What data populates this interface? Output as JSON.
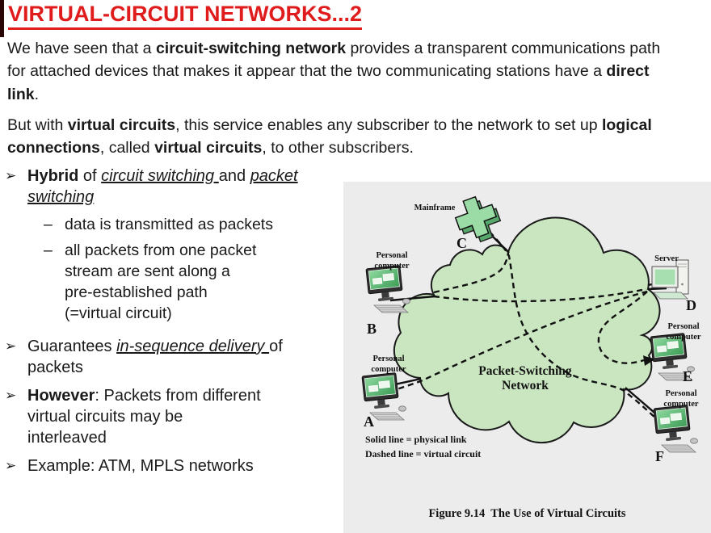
{
  "title": {
    "text": "VIRTUAL-CIRCUIT NETWORKS...2",
    "color": "#e01b1b"
  },
  "intro": {
    "p1": {
      "parts": [
        {
          "text": "We have seen that a "
        },
        {
          "text": "circuit-switching network"
        },
        {
          "text": " provides a transparent communications path"
        },
        {
          "text": "for attached devices that makes it appear that the two communicating stations have a "
        },
        {
          "text": "direct"
        },
        {
          "text": "link"
        },
        {
          "text": "."
        }
      ]
    },
    "p2": {
      "parts": [
        {
          "text": "But with "
        },
        {
          "text": "virtual circuits"
        },
        {
          "text": ", this service enables any subscriber to the network to set up "
        },
        {
          "text": "logical"
        },
        {
          "text": "connections"
        },
        {
          "text": ", called "
        },
        {
          "text": "virtual circuits"
        },
        {
          "text": ", to other subscribers."
        }
      ]
    }
  },
  "bullets": {
    "marker": "➢",
    "dash": "–",
    "hybrid": {
      "parts": [
        {
          "text": "Hybrid"
        },
        {
          "text": " of "
        },
        {
          "text": "circuit switching "
        },
        {
          "text": "and "
        },
        {
          "text": "packet"
        },
        {
          "text": "switching"
        }
      ]
    },
    "sub1": {
      "text": "data is transmitted as packets"
    },
    "sub2": {
      "lines": [
        {
          "text": "all packets from one packet"
        },
        {
          "text": "stream are sent along a"
        },
        {
          "text": "pre-established path"
        },
        {
          "text": "(=virtual circuit)"
        }
      ]
    },
    "guarantees": {
      "parts": [
        {
          "text": "Guarantees "
        },
        {
          "text": "in-sequence delivery "
        },
        {
          "text": "of"
        },
        {
          "text": "packets"
        }
      ]
    },
    "however": {
      "parts": [
        {
          "text": "However"
        },
        {
          "text": ": Packets from different"
        },
        {
          "text": "virtual circuits may be"
        },
        {
          "text": "interleaved"
        }
      ]
    },
    "example": {
      "text": "Example: ATM, MPLS networks"
    }
  },
  "diagram": {
    "labels": {
      "mainframe": "Mainframe",
      "server": "Server",
      "pc": "Personal computer",
      "node_a": "A",
      "node_b": "B",
      "node_c": "C",
      "node_d": "D",
      "node_e": "E",
      "node_f": "F",
      "cloud_line1": "Packet-Switching",
      "cloud_line2": "Network",
      "legend_solid": "Solid line = physical link",
      "legend_dashed": "Dashed line = virtual circuit",
      "caption": "Figure 9.14  The Use of Virtual Circuits"
    },
    "colors": {
      "panel": "#edecec",
      "cloud": "#cae6c0",
      "screen_green": "#4aa85e"
    }
  }
}
